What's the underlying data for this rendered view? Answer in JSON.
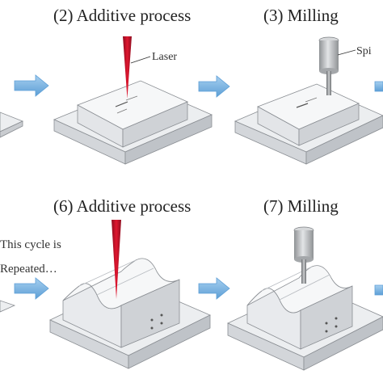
{
  "top_row": {
    "step_2_title": "(2) Additive process",
    "step_3_title": "(3) Milling",
    "laser_label": "Laser",
    "spindle_label": "Spi"
  },
  "bottom_row": {
    "step_6_title": "(6) Additive process",
    "step_7_title": "(7) Milling",
    "cycle_note_line1": "This cycle is",
    "cycle_note_line2": "Repeated…"
  },
  "colors": {
    "arrow": "#7ab4e0",
    "laser": "#c8102e",
    "spindle": "#b4b6b8",
    "base_plate": "#eceef0",
    "workpiece": "#f6f7f8",
    "edge": "#8a8e93"
  }
}
